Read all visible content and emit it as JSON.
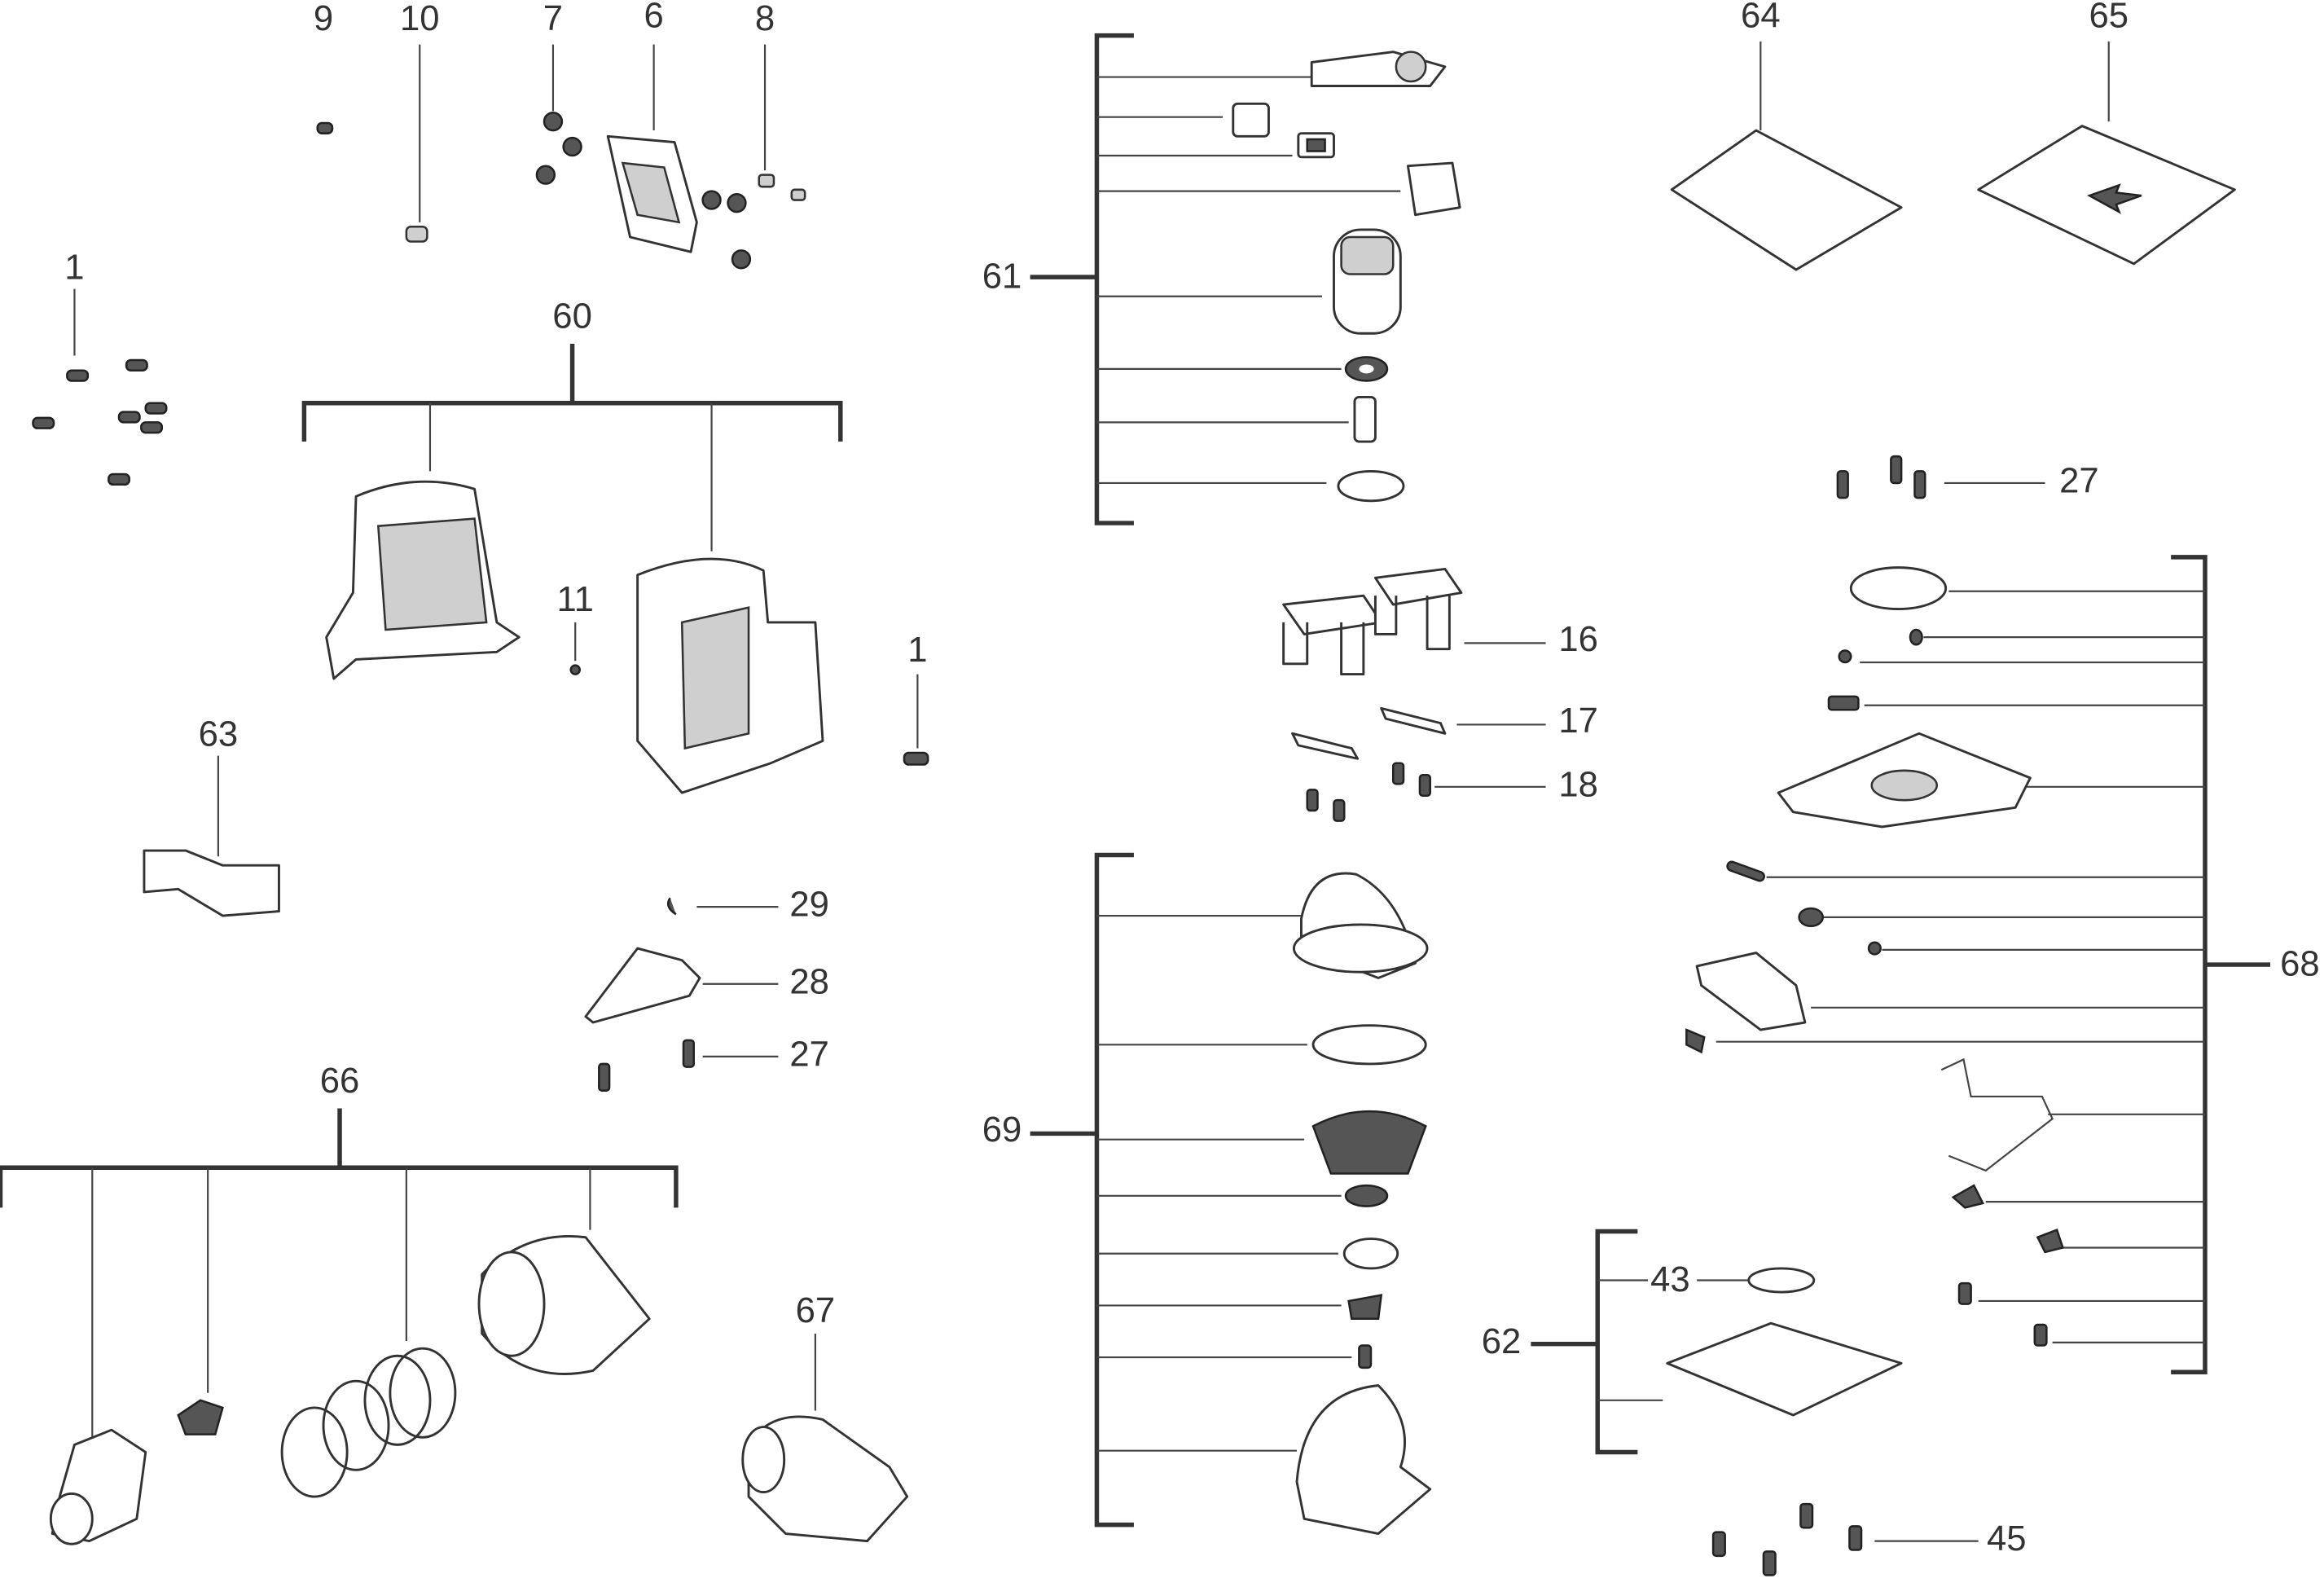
{
  "diagram": {
    "type": "exploded parts diagram",
    "labels": [
      "9",
      "10",
      "7",
      "6",
      "8",
      "1",
      "60",
      "11",
      "1",
      "63",
      "29",
      "28",
      "27",
      "66",
      "67",
      "61",
      "16",
      "17",
      "18",
      "69",
      "64",
      "65",
      "27",
      "68",
      "43",
      "62",
      "45"
    ],
    "line_color": "#333333",
    "background": "#ffffff"
  }
}
